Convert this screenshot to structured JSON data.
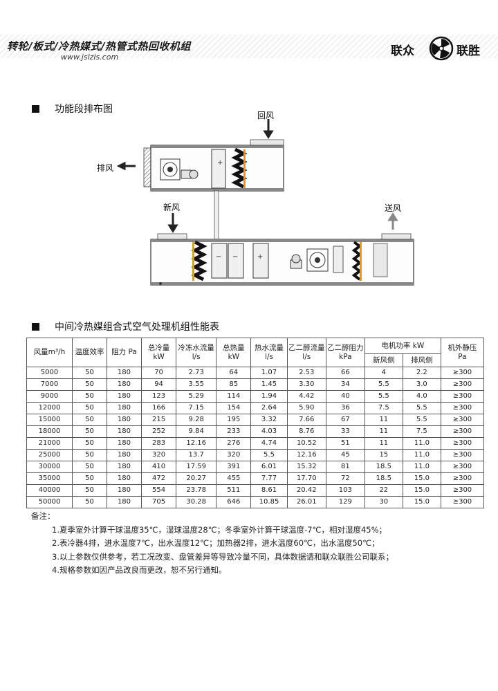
{
  "header": {
    "title": "转轮/板式/冷热媒式/热管式热回收机组",
    "url": "www.jslzls.com",
    "brand_left": "联众",
    "brand_right": "联胜"
  },
  "section1": {
    "title": "功能段排布图"
  },
  "diagram": {
    "return_air": "回风",
    "exhaust_air": "排风",
    "fresh_air": "新风",
    "supply_air": "送风"
  },
  "section2": {
    "title": "中间冷热媒组合式空气处理机组性能表"
  },
  "table": {
    "headers": [
      "风量m³/h",
      "温度效率",
      "阻力 Pa",
      "总冷量\nkW",
      "冷冻水流量\nl/s",
      "总热量\nkW",
      "热水流量\nl/s",
      "乙二醇流量\nl/s",
      "乙二醇阻力\nkPa",
      "电机功率 kW",
      "机外静压\nPa"
    ],
    "sub_headers": [
      "新风侧",
      "排风侧"
    ],
    "rows": [
      [
        "5000",
        "50",
        "180",
        "70",
        "2.73",
        "64",
        "1.07",
        "2.53",
        "66",
        "4",
        "2.2",
        "≥300"
      ],
      [
        "7000",
        "50",
        "180",
        "94",
        "3.55",
        "85",
        "1.45",
        "3.30",
        "34",
        "5.5",
        "3.0",
        "≥300"
      ],
      [
        "9000",
        "50",
        "180",
        "123",
        "5.29",
        "114",
        "1.94",
        "4.42",
        "40",
        "5.5",
        "4.0",
        "≥300"
      ],
      [
        "12000",
        "50",
        "180",
        "166",
        "7.15",
        "154",
        "2.64",
        "5.90",
        "36",
        "7.5",
        "5.5",
        "≥300"
      ],
      [
        "15000",
        "50",
        "180",
        "215",
        "9.28",
        "195",
        "3.32",
        "7.66",
        "67",
        "11",
        "5.5",
        "≥300"
      ],
      [
        "18000",
        "50",
        "180",
        "252",
        "9.84",
        "233",
        "4.03",
        "8.76",
        "33",
        "11",
        "7.5",
        "≥300"
      ],
      [
        "21000",
        "50",
        "180",
        "283",
        "12.16",
        "276",
        "4.74",
        "10.52",
        "51",
        "11",
        "11.0",
        "≥300"
      ],
      [
        "25000",
        "50",
        "180",
        "320",
        "13.7",
        "320",
        "5.5",
        "12.16",
        "45",
        "15",
        "11.0",
        "≥300"
      ],
      [
        "30000",
        "50",
        "180",
        "410",
        "17.59",
        "391",
        "6.01",
        "15.32",
        "81",
        "18.5",
        "11.0",
        "≥300"
      ],
      [
        "35000",
        "50",
        "180",
        "472",
        "20.27",
        "455",
        "7.77",
        "17.70",
        "72",
        "18.5",
        "15.0",
        "≥300"
      ],
      [
        "40000",
        "50",
        "180",
        "554",
        "23.78",
        "511",
        "8.61",
        "20.42",
        "103",
        "22",
        "15.0",
        "≥300"
      ],
      [
        "50000",
        "50",
        "180",
        "705",
        "30.28",
        "646",
        "10.85",
        "26.01",
        "129",
        "30",
        "15.0",
        "≥300"
      ]
    ]
  },
  "notes": {
    "title": "备注：",
    "items": [
      "1.夏季室外计算干球温度35℃，湿球温度28℃；冬季室外计算干球温度-7℃，相对湿度45%；",
      "2.表冷器4排，进水温度7℃，出水温度12℃；加热器2排，进水温度60℃，出水温度50℃；",
      "3.以上参数仅供参考，若工况改变、盘管差异等导致冷量不同，具体数据请和联众联胜公司联系；",
      "4.规格参数如因产品改良而更改，恕不另行通知。"
    ]
  }
}
